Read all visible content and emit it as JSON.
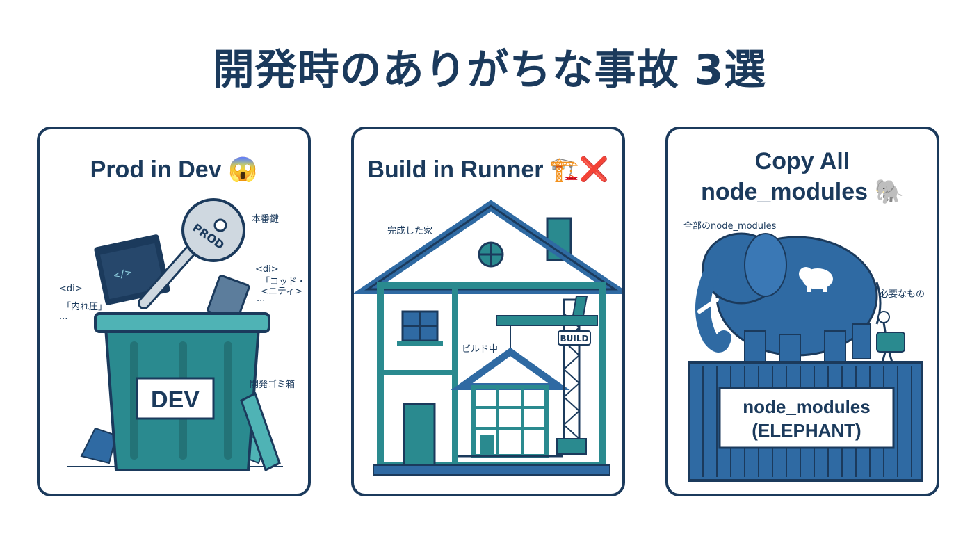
{
  "title": "開発時のありがちな事故 3選",
  "cards": [
    {
      "heading": "Prod in Dev 😱",
      "labels": {
        "key_label": "本番鍵",
        "right_code_1": "<di>",
        "right_code_2": "「コッド・",
        "right_code_3": "<ニティ>",
        "right_code_4": "...",
        "left_code_1": "<di>",
        "left_code_2": "「内れ圧」",
        "left_code_3": "...",
        "bin_label": "開発ゴミ箱",
        "key_text": "PROD",
        "bin_sign": "DEV",
        "monitor_tag": "</>"
      }
    },
    {
      "heading": "Build in Runner 🏗️❌",
      "labels": {
        "house_label": "完成した家",
        "building_label": "ビルド中",
        "crane_sign": "BUILD"
      }
    },
    {
      "heading_line1": "Copy All",
      "heading_line2": "node_modules 🐘",
      "labels": {
        "all_label": "全部のnode_modules",
        "needed_label": "必要なもの",
        "container_line1": "node_modules",
        "container_line2": "(ELEPHANT)"
      }
    }
  ],
  "colors": {
    "navy": "#1b3a5c",
    "teal": "#2a8a8f",
    "blue": "#2f6aa3",
    "light_teal": "#4fb3b5"
  }
}
